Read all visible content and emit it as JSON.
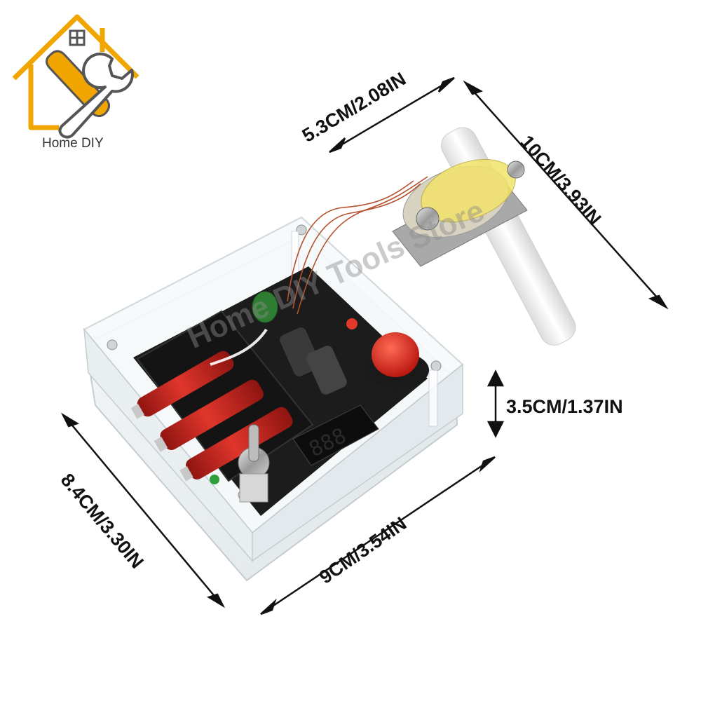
{
  "logo": {
    "text": "Home DIY",
    "icon": "house-wrench-screwdriver-icon",
    "colors": {
      "primary": "#f0a500",
      "tool": "#555555"
    }
  },
  "watermark": "Home DIY Tools Store",
  "dimensions": {
    "top_width": "5.3CM/2.08IN",
    "length": "10CM/3.93IN",
    "height": "3.5CM/1.37IN",
    "depth": "8.4CM/3.30IN",
    "width": "9CM/3.54IN"
  },
  "product": {
    "battery_label": "",
    "accent_colors": {
      "battery": "#c8201a",
      "button": "#d11a12",
      "board": "#1c1c1c",
      "led": "#e23a2a"
    }
  }
}
